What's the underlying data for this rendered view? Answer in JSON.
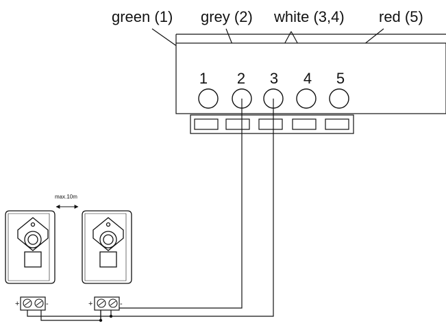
{
  "wire_labels": {
    "green": "green (1)",
    "grey": "grey (2)",
    "white": "white (3,4)",
    "red": "red (5)"
  },
  "terminal_numbers": [
    "1",
    "2",
    "3",
    "4",
    "5"
  ],
  "distance_label": "max.10m",
  "polarity": {
    "plus": "+",
    "minus": "-"
  },
  "colors": {
    "line": "#111111",
    "device_fill": "#ffffff",
    "background": "#ffffff"
  },
  "icons": [
    "screw-terminal-icon",
    "sensor-device-icon",
    "double-arrow-icon"
  ]
}
